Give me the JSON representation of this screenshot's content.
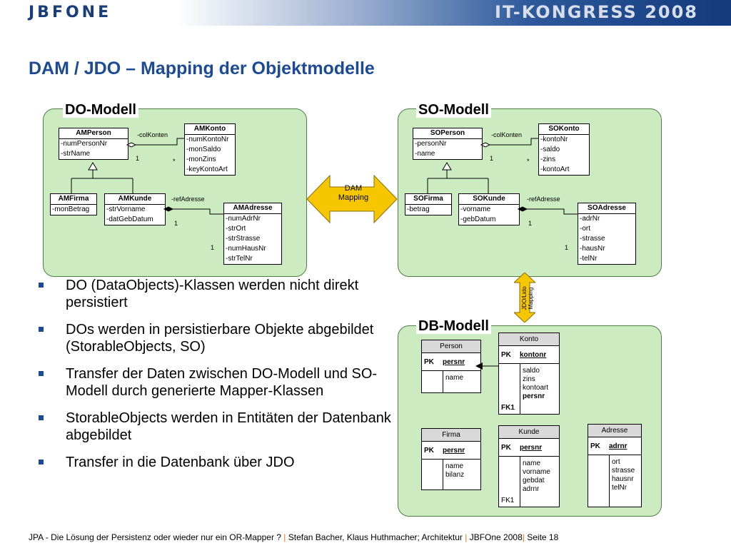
{
  "header": {
    "logo_text": "JBFONE",
    "event_text": "IT-KONGRESS 2008",
    "gradient_color": "#123a7d"
  },
  "title": "DAM / JDO – Mapping der Objektmodelle",
  "do_model": {
    "title": "DO-Modell",
    "classes": {
      "amperson": {
        "name": "AMPerson",
        "attrs": [
          "-numPersonNr",
          "-strName"
        ]
      },
      "amkonto": {
        "name": "AMKonto",
        "attrs": [
          "-numKontoNr",
          "-monSaldo",
          "-monZins",
          "-keyKontoArt"
        ]
      },
      "amfirma": {
        "name": "AMFirma",
        "attrs": [
          "-monBetrag"
        ]
      },
      "amkunde": {
        "name": "AMKunde",
        "attrs": [
          "-strVorname",
          "-datGebDatum"
        ]
      },
      "amadresse": {
        "name": "AMAdresse",
        "attrs": [
          "-numAdrNr",
          "-strOrt",
          "-strStrasse",
          "-numHausNr",
          "-strTelNr"
        ]
      }
    },
    "labels": {
      "col_konten": "-colKonten",
      "ref_adresse": "-refAdresse",
      "one_a": "1",
      "star": "*",
      "one_b": "1",
      "one_c": "1"
    }
  },
  "so_model": {
    "title": "SO-Modell",
    "classes": {
      "soperson": {
        "name": "SOPerson",
        "attrs": [
          "-personNr",
          "-name"
        ]
      },
      "sokonto": {
        "name": "SOKonto",
        "attrs": [
          "-kontoNr",
          "-saldo",
          "-zins",
          "-kontoArt"
        ]
      },
      "sofirma": {
        "name": "SOFirma",
        "attrs": [
          "-betrag"
        ]
      },
      "sokunde": {
        "name": "SOKunde",
        "attrs": [
          "-vorname",
          "-gebDatum"
        ]
      },
      "soadresse": {
        "name": "SOAdresse",
        "attrs": [
          "-adrNr",
          "-ort",
          "-strasse",
          "-hausNr",
          "-telNr"
        ]
      }
    },
    "labels": {
      "col_konten": "-colKonten",
      "ref_adresse": "-refAdresse",
      "one_a": "1",
      "star": "*",
      "one_b": "1",
      "one_c": "1"
    }
  },
  "dam_mapping": {
    "line1": "DAM",
    "line2": "Mapping"
  },
  "jdo_mapping": {
    "line1": "JDO/Lido",
    "line2": "Mapping"
  },
  "bullets": [
    "DO (DataObjects)-Klassen werden nicht direkt persistiert",
    "DOs werden in persistierbare Objekte abgebildet (StorableObjects, SO)",
    "Transfer der Daten zwischen DO-Modell und SO-Modell durch generierte Mapper-Klassen",
    "StorableObjects werden in Entitäten der Datenbank abgebildet",
    "Transfer in die Datenbank über JDO"
  ],
  "db_model": {
    "title": "DB-Modell",
    "tables": {
      "person": {
        "name": "Person",
        "pk_label": "PK",
        "pk": "persnr",
        "fk_label": "",
        "attrs": [
          "name"
        ]
      },
      "konto": {
        "name": "Konto",
        "pk_label": "PK",
        "pk": "kontonr",
        "fk_label": "FK1",
        "attrs": [
          "saldo",
          "zins",
          "kontoart",
          "persnr"
        ]
      },
      "firma": {
        "name": "Firma",
        "pk_label": "PK",
        "pk": "persnr",
        "fk_label": "",
        "attrs": [
          "name",
          "bilanz"
        ]
      },
      "kunde": {
        "name": "Kunde",
        "pk_label": "PK",
        "pk": "persnr",
        "fk_label": "FK1",
        "attrs": [
          "name",
          "vorname",
          "gebdat",
          "adrnr"
        ]
      },
      "adresse": {
        "name": "Adresse",
        "pk_label": "PK",
        "pk": "adrnr",
        "fk_label": "",
        "attrs": [
          "ort",
          "strasse",
          "hausnr",
          "telNr"
        ]
      }
    }
  },
  "footer": {
    "part1": "JPA - Die Lösung der Persistenz oder wieder nur ein OR-Mapper ?",
    "sep": "|",
    "part2": "Stefan Bacher, Klaus Huthmacher; Architektur",
    "part3": "JBFOne 2008",
    "part4": "Seite 18"
  },
  "colors": {
    "title_blue": "#1c4a94",
    "panel_green": "#cdebc0",
    "arrow_yellow": "#f6c700",
    "separator_orange": "#e07020"
  }
}
